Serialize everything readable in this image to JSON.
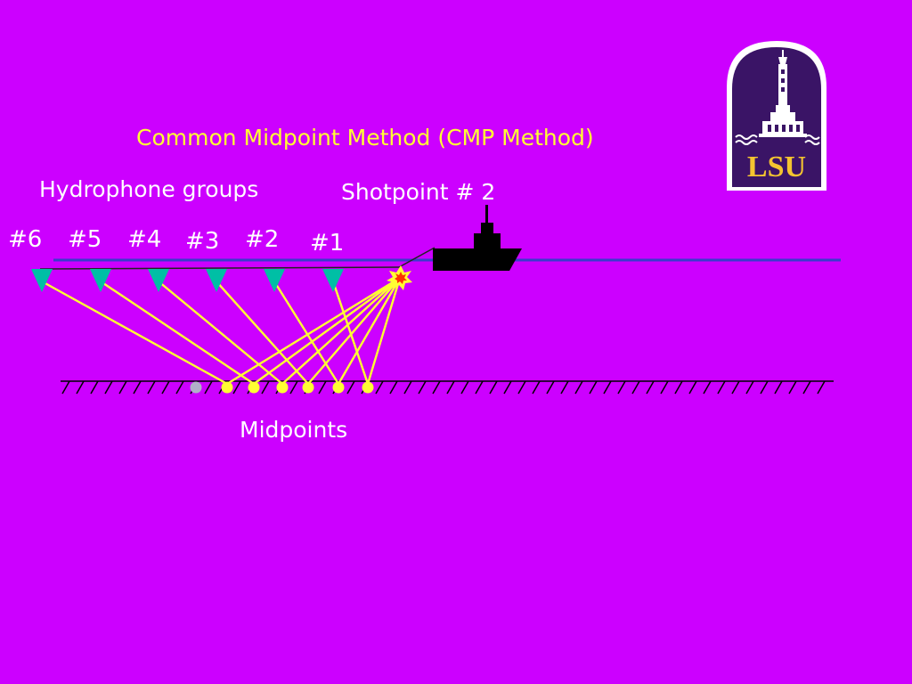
{
  "title": "Common Midpoint Method (CMP Method)",
  "hydrophone_label": "Hydrophone groups",
  "shotpoint_label": "Shotpoint # 2",
  "midpoints_label": "Midpoints",
  "logo_text": "LSU",
  "groups": [
    "#6",
    "#5",
    "#4",
    "#3",
    "#2",
    "#1"
  ],
  "colors": {
    "background": "#cc00ff",
    "ray": "#ffff33",
    "midpoint": "#ffff33",
    "inactive_midpoint": "#b0b0c8",
    "hydrophone": "#00bfa5",
    "sea_surface": "#3a3acc",
    "logo_bg": "#3a1466",
    "logo_gold": "#f4c430"
  }
}
